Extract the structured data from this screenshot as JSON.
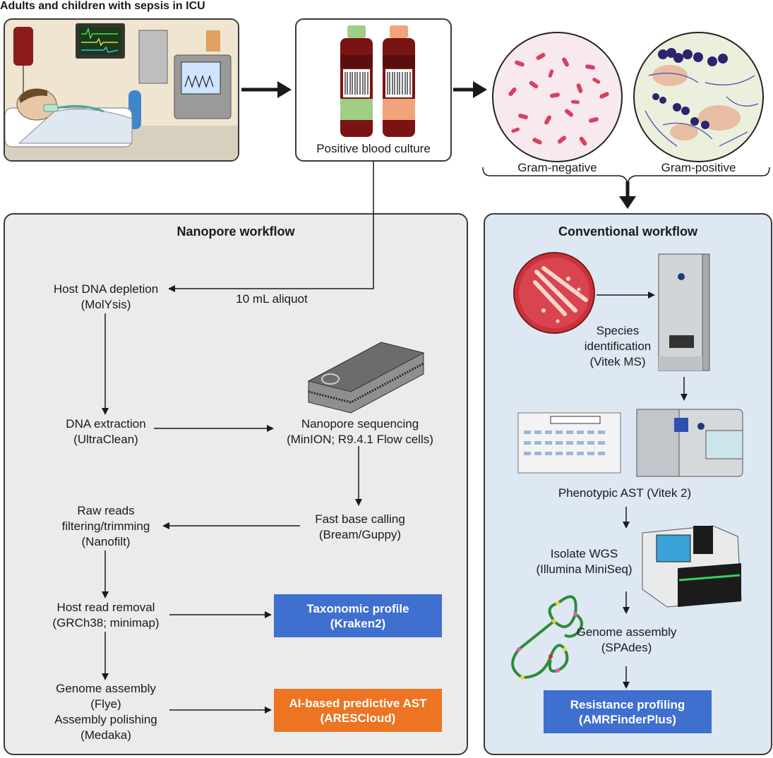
{
  "header": {
    "title": "Adults and children with sepsis in ICU"
  },
  "top": {
    "blood_culture_label": "Positive blood culture",
    "gram_negative_label": "Gram-negative",
    "gram_positive_label": "Gram-positive",
    "aliquot_label": "10 mL aliquot"
  },
  "nanopore": {
    "title": "Nanopore workflow",
    "host_depletion": [
      "Host DNA depletion",
      "(MolYsis)"
    ],
    "dna_extraction": [
      "DNA extraction",
      "(UltraClean)"
    ],
    "sequencing": [
      "Nanopore sequencing",
      "(MinION; R9.4.1 Flow cells)"
    ],
    "base_calling": [
      "Fast base calling",
      "(Bream/Guppy)"
    ],
    "raw_reads": [
      "Raw reads",
      "filtering/trimming",
      "(Nanofilt)"
    ],
    "host_read_removal": [
      "Host read removal",
      "(GRCh38; minimap)"
    ],
    "assembly": [
      "Genome assembly",
      "(Flye)",
      "Assembly polishing",
      "(Medaka)"
    ],
    "taxonomic_profile": [
      "Taxonomic profile",
      "(Kraken2)"
    ],
    "ai_ast": [
      "AI-based predictive AST",
      "(ARESCloud)"
    ]
  },
  "conventional": {
    "title": "Conventional workflow",
    "species_id": [
      "Species",
      "identification",
      "(Vitek MS)"
    ],
    "phenotypic_ast": "Phenotypic AST (Vitek 2)",
    "isolate_wgs": [
      "Isolate WGS",
      "(Illumina MiniSeq)"
    ],
    "genome_assembly": [
      "Genome assembly",
      "(SPAdes)"
    ],
    "resistance_profiling": [
      "Resistance profiling",
      "(AMRFinderPlus)"
    ]
  },
  "colors": {
    "nanopore_panel": "#ebebeb",
    "conventional_panel": "#dde8f3",
    "blue_box": "#3f6fcf",
    "orange_box": "#ec7422",
    "arrow": "#1a1a1a"
  }
}
